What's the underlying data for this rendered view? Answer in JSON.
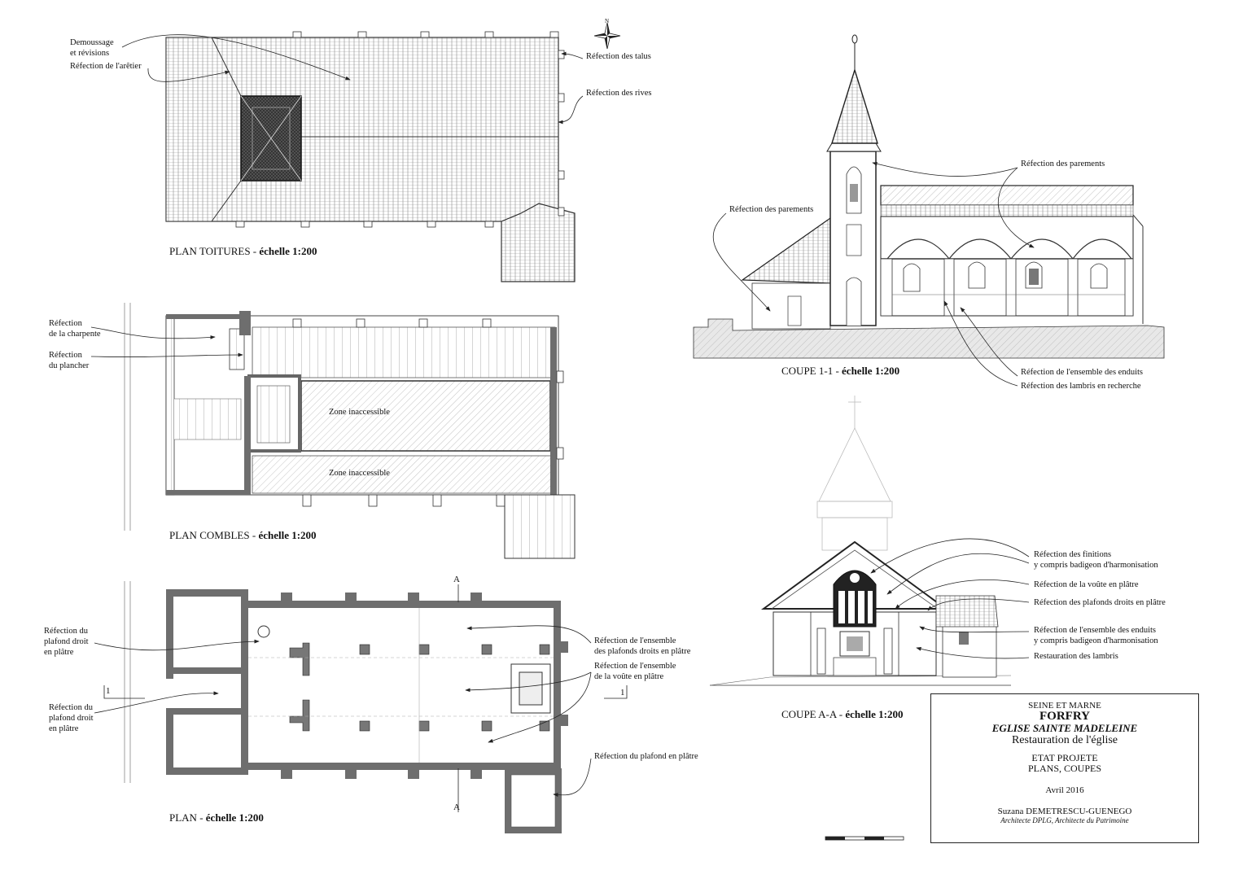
{
  "plans": {
    "toitures": {
      "title_main": "PLAN TOITURES - ",
      "title_scale": "échelle 1:200",
      "labels": [
        "Demoussage",
        "et révisions",
        "Réfection de l'arêtier",
        "Réfection des talus",
        "Réfection des rives"
      ]
    },
    "combles": {
      "title_main": "PLAN COMBLES - ",
      "title_scale": "échelle 1:200",
      "labels": [
        "Réfection",
        "de la charpente",
        "Réfection",
        "du plancher"
      ],
      "zones": [
        "Zone inaccessible",
        "Zone inaccessible"
      ]
    },
    "plan": {
      "title_main": "PLAN - ",
      "title_scale": "échelle 1:200",
      "labels": [
        "Réfection du",
        "plafond droit",
        "en plâtre",
        "Réfection du",
        "plafond droit",
        "en plâtre",
        "Réfection de l'ensemble",
        "des plafonds droits en plâtre",
        "Réfection de l'ensemble",
        "de la voûte en plâtre",
        "Réfection du plafond en plâtre"
      ],
      "cut_marks": [
        "A",
        "A",
        "1",
        "1"
      ]
    }
  },
  "coupes": {
    "coupe11": {
      "title_main": "COUPE 1-1 - ",
      "title_scale": "échelle 1:200",
      "labels": [
        "Réfection des parements",
        "Réfection des parements",
        "Réfection de l'ensemble des enduits",
        "Réfection des lambris en recherche"
      ]
    },
    "coupeAA": {
      "title_main": "COUPE A-A - ",
      "title_scale": "échelle 1:200",
      "labels": [
        "Réfection des finitions",
        "y compris badigeon d'harmonisation",
        "Réfection de la voûte en plâtre",
        "Réfection des plafonds droits en plâtre",
        "Réfection de l'ensemble des enduits",
        "y compris badigeon d'harmonisation",
        "Restauration des lambris"
      ]
    }
  },
  "compass": {
    "north": "N"
  },
  "cartouche": {
    "department": "SEINE ET MARNE",
    "town": "FORFRY",
    "church": "EGLISE SAINTE MADELEINE",
    "work": "Restauration de l'église",
    "phase": "ETAT PROJETE",
    "content": "PLANS, COUPES",
    "date": "Avril 2016",
    "architect": "Suzana DEMETRESCU-GUENEGO",
    "qualification": "Architecte DPLG, Architecte du Patrimoine"
  },
  "colors": {
    "ink": "#222222",
    "wall": "#6e6e6e",
    "hatch": "#9a9a9a"
  }
}
